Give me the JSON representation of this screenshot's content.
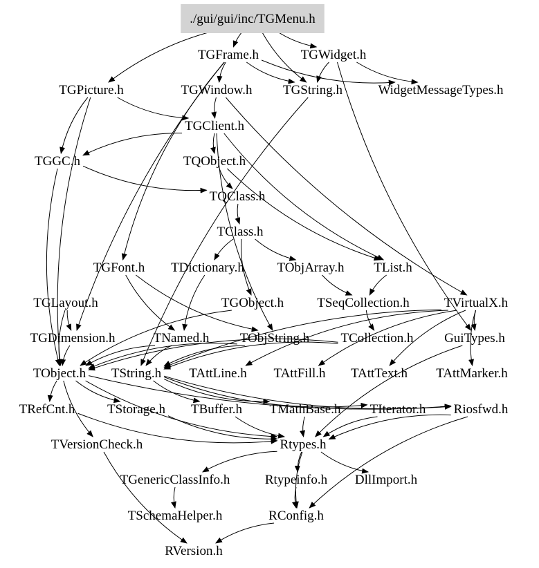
{
  "style": {
    "root_fill": "#d3d3d3",
    "edge_color": "#000000",
    "text_color": "#000000"
  },
  "nodes": [
    {
      "id": "tgmenu",
      "label": "./gui/gui/inc/TGMenu.h",
      "root": true
    },
    {
      "id": "tgframe",
      "label": "TGFrame.h"
    },
    {
      "id": "tgwidget",
      "label": "TGWidget.h"
    },
    {
      "id": "tgpicture",
      "label": "TGPicture.h"
    },
    {
      "id": "tgwindow",
      "label": "TGWindow.h"
    },
    {
      "id": "tgstring",
      "label": "TGString.h"
    },
    {
      "id": "widgetmsg",
      "label": "WidgetMessageTypes.h"
    },
    {
      "id": "tgclient",
      "label": "TGClient.h"
    },
    {
      "id": "tggc",
      "label": "TGGC.h"
    },
    {
      "id": "tqobject",
      "label": "TQObject.h"
    },
    {
      "id": "tqclass",
      "label": "TQClass.h"
    },
    {
      "id": "tclass",
      "label": "TClass.h"
    },
    {
      "id": "tgfont",
      "label": "TGFont.h"
    },
    {
      "id": "tdictionary",
      "label": "TDictionary.h"
    },
    {
      "id": "tobjarray",
      "label": "TObjArray.h"
    },
    {
      "id": "tlist",
      "label": "TList.h"
    },
    {
      "id": "tglayout",
      "label": "TGLayout.h"
    },
    {
      "id": "tgobject",
      "label": "TGObject.h"
    },
    {
      "id": "tseqcollection",
      "label": "TSeqCollection.h"
    },
    {
      "id": "tvirtualx",
      "label": "TVirtualX.h"
    },
    {
      "id": "tgdimension",
      "label": "TGDimension.h"
    },
    {
      "id": "tnamed",
      "label": "TNamed.h"
    },
    {
      "id": "tobjstring",
      "label": "TObjString.h"
    },
    {
      "id": "tcollection",
      "label": "TCollection.h"
    },
    {
      "id": "guitypes",
      "label": "GuiTypes.h"
    },
    {
      "id": "tobject",
      "label": "TObject.h"
    },
    {
      "id": "tstring",
      "label": "TString.h"
    },
    {
      "id": "tattline",
      "label": "TAttLine.h"
    },
    {
      "id": "tattfill",
      "label": "TAttFill.h"
    },
    {
      "id": "tatttext",
      "label": "TAttText.h"
    },
    {
      "id": "tattmarker",
      "label": "TAttMarker.h"
    },
    {
      "id": "trefcnt",
      "label": "TRefCnt.h"
    },
    {
      "id": "tstorage",
      "label": "TStorage.h"
    },
    {
      "id": "tbuffer",
      "label": "TBuffer.h"
    },
    {
      "id": "tmathbase",
      "label": "TMathBase.h"
    },
    {
      "id": "titerator",
      "label": "TIterator.h"
    },
    {
      "id": "riosfwd",
      "label": "Riosfwd.h"
    },
    {
      "id": "tversioncheck",
      "label": "TVersionCheck.h"
    },
    {
      "id": "rtypes",
      "label": "Rtypes.h"
    },
    {
      "id": "tgenericclassinfo",
      "label": "TGenericClassInfo.h"
    },
    {
      "id": "rtypeinfo",
      "label": "Rtypeinfo.h"
    },
    {
      "id": "dllimport",
      "label": "DllImport.h"
    },
    {
      "id": "tschemahelper",
      "label": "TSchemaHelper.h"
    },
    {
      "id": "rconfig",
      "label": "RConfig.h"
    },
    {
      "id": "rversion",
      "label": "RVersion.h"
    }
  ],
  "edges": [
    [
      "tgmenu",
      "tgframe"
    ],
    [
      "tgmenu",
      "tgwidget"
    ],
    [
      "tgmenu",
      "tgstring"
    ],
    [
      "tgmenu",
      "tgpicture"
    ],
    [
      "tgframe",
      "tgwindow"
    ],
    [
      "tgframe",
      "tgstring"
    ],
    [
      "tgframe",
      "widgetmsg"
    ],
    [
      "tgframe",
      "tgfont"
    ],
    [
      "tgframe",
      "tgdimension"
    ],
    [
      "tgwidget",
      "tgstring"
    ],
    [
      "tgwidget",
      "widgetmsg"
    ],
    [
      "tgwidget",
      "guitypes"
    ],
    [
      "tgpicture",
      "tgclient"
    ],
    [
      "tgpicture",
      "tggc"
    ],
    [
      "tgpicture",
      "tobject"
    ],
    [
      "tgwindow",
      "tgclient"
    ],
    [
      "tgwindow",
      "tvirtualx"
    ],
    [
      "tgstring",
      "tstring"
    ],
    [
      "tgclient",
      "tqobject"
    ],
    [
      "tgclient",
      "tggc"
    ],
    [
      "tgclient",
      "tlist"
    ],
    [
      "tgclient",
      "tobjstring"
    ],
    [
      "tggc",
      "tqclass"
    ],
    [
      "tggc",
      "tobject"
    ],
    [
      "tqobject",
      "tqclass"
    ],
    [
      "tqobject",
      "tlist"
    ],
    [
      "tqclass",
      "tclass"
    ],
    [
      "tclass",
      "tdictionary"
    ],
    [
      "tclass",
      "tobjarray"
    ],
    [
      "tclass",
      "tgobject"
    ],
    [
      "tgfont",
      "tnamed"
    ],
    [
      "tgfont",
      "tobjstring"
    ],
    [
      "tdictionary",
      "tnamed"
    ],
    [
      "tobjarray",
      "tseqcollection"
    ],
    [
      "tlist",
      "tseqcollection"
    ],
    [
      "tglayout",
      "tgdimension"
    ],
    [
      "tglayout",
      "tobject"
    ],
    [
      "tgobject",
      "tobject"
    ],
    [
      "tseqcollection",
      "tcollection"
    ],
    [
      "tvirtualx",
      "guitypes"
    ],
    [
      "tvirtualx",
      "tattline"
    ],
    [
      "tvirtualx",
      "tattfill"
    ],
    [
      "tvirtualx",
      "tatttext"
    ],
    [
      "tvirtualx",
      "tattmarker"
    ],
    [
      "tvirtualx",
      "tstring"
    ],
    [
      "tgdimension",
      "tobject"
    ],
    [
      "tnamed",
      "tobject"
    ],
    [
      "tnamed",
      "tstring"
    ],
    [
      "tobjstring",
      "tobject"
    ],
    [
      "tobjstring",
      "tstring"
    ],
    [
      "tcollection",
      "tobject"
    ],
    [
      "tcollection",
      "tstring"
    ],
    [
      "guitypes",
      "rtypes"
    ],
    [
      "tobject",
      "trefcnt"
    ],
    [
      "tobject",
      "tstorage"
    ],
    [
      "tobject",
      "tversioncheck"
    ],
    [
      "tobject",
      "riosfwd"
    ],
    [
      "tobject",
      "rtypes"
    ],
    [
      "tstring",
      "tbuffer"
    ],
    [
      "tstring",
      "tmathbase"
    ],
    [
      "tstring",
      "titerator"
    ],
    [
      "tstring",
      "riosfwd"
    ],
    [
      "tstorage",
      "rtypes"
    ],
    [
      "tbuffer",
      "rtypes"
    ],
    [
      "tmathbase",
      "rtypes"
    ],
    [
      "titerator",
      "rtypes"
    ],
    [
      "riosfwd",
      "rtypes"
    ],
    [
      "riosfwd",
      "rconfig"
    ],
    [
      "trefcnt",
      "rtypes"
    ],
    [
      "tversioncheck",
      "rversion"
    ],
    [
      "rtypes",
      "tgenericclassinfo"
    ],
    [
      "rtypes",
      "rtypeinfo"
    ],
    [
      "rtypes",
      "dllimport"
    ],
    [
      "rtypes",
      "rconfig"
    ],
    [
      "tgenericclassinfo",
      "tschemahelper"
    ],
    [
      "rtypeinfo",
      "rconfig"
    ],
    [
      "rconfig",
      "rversion"
    ]
  ]
}
